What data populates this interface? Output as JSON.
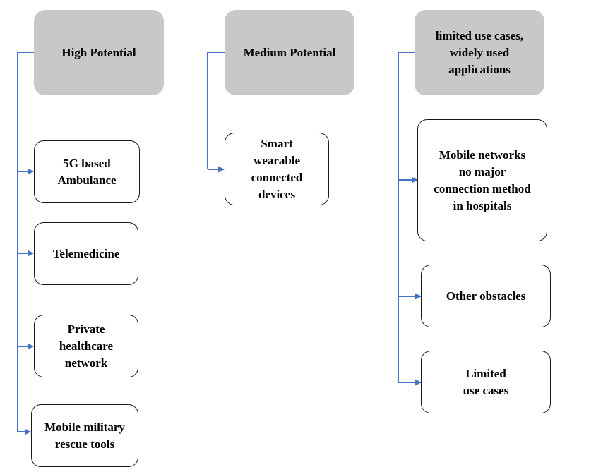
{
  "colors": {
    "connector": "#4472c4",
    "header_fill": "#c8c8c8",
    "leaf_border": "#1a1a1a"
  },
  "columns": [
    {
      "header": "High Potential",
      "items": [
        "5G based\nAmbulance",
        "Telemedicine",
        "Private\nhealthcare\nnetwork",
        "Mobile military\nrescue tools"
      ]
    },
    {
      "header": "Medium Potential",
      "items": [
        "Smart\nwearable\nconnected\ndevices"
      ]
    },
    {
      "header": "limited use cases,\nwidely used\napplications",
      "items": [
        "Mobile networks\nno major\nconnection method\nin hospitals",
        "Other obstacles",
        "Limited\nuse cases"
      ]
    }
  ]
}
